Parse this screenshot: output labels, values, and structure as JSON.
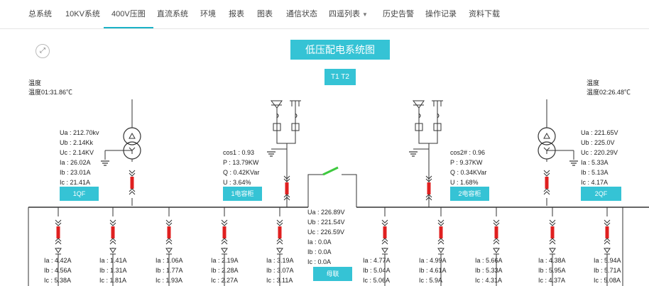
{
  "nav": {
    "tabs": [
      "总系统",
      "10KV系统",
      "400V压图",
      "直流系统",
      "环境",
      "报表",
      "图表",
      "通信状态",
      "四遥列表",
      "历史告警",
      "操作记录",
      "资料下载"
    ],
    "active": "400V压图"
  },
  "title": "低压配电系统图",
  "t_button": "T1 T2",
  "temp_left": {
    "label": "温度",
    "value": "温度01:31.86℃"
  },
  "temp_right": {
    "label": "温度",
    "value": "温度02:26.48℃"
  },
  "transformer_left": {
    "Ua": "Ua : 212.70kv",
    "Ub": "Ub : 2.14Kk",
    "Uc": "Uc : 2.14KV",
    "Ia": "Ia : 26.02A",
    "Ib": "Ib : 23.01A",
    "Ic": "Ic : 21.41A",
    "button": "1QF"
  },
  "transformer_right": {
    "Ua": "Ua : 221.65V",
    "Ub": "Ub : 225.0V",
    "Uc": "Uc : 220.29V",
    "Ia": "Ia : 5.33A",
    "Ib": "Ib : 5.13A",
    "Ic": "Ic : 4.17A",
    "button": "2QF"
  },
  "cap_left": {
    "cos": "cos1 : 0.93",
    "P": "P : 13.79KW",
    "Q": "Q : 0.42KVar",
    "U": "U : 3.64%",
    "button": "1电容柜"
  },
  "cap_right": {
    "cos": "cos2# : 0.96",
    "P": "P : 9.37KW",
    "Q": "Q : 0.34KVar",
    "U": "U : 1.68%",
    "button": "2电容柜"
  },
  "bus_tie": {
    "Ua": "Ua : 226.89V",
    "Ub": "Ub : 221.54V",
    "Uc": "Uc : 226.59V",
    "Ia": "Ia : 0.0A",
    "Ib": "Ib : 0.0A",
    "Ic": "Ic : 0.0A",
    "button": "母联"
  },
  "feeders": [
    {
      "Ia": "Ia : 4.42A",
      "Ib": "Ib : 4.56A",
      "Ic": "Ic : 5.38A"
    },
    {
      "Ia": "Ia : 1.41A",
      "Ib": "Ib : 1.31A",
      "Ic": "Ic : 1.81A"
    },
    {
      "Ia": "Ia : 1.06A",
      "Ib": "Ib : 1.77A",
      "Ic": "Ic : 1.93A"
    },
    {
      "Ia": "Ia : 2.19A",
      "Ib": "Ib : 2.28A",
      "Ic": "Ic : 2.27A"
    },
    {
      "Ia": "Ia : 3.19A",
      "Ib": "Ib : 3.07A",
      "Ic": "Ic : 3.11A"
    },
    {
      "Ia": "Ia : 4.77A",
      "Ib": "Ib : 5.04A",
      "Ic": "Ic : 5.06A"
    },
    {
      "Ia": "Ia : 4.99A",
      "Ib": "Ib : 4.61A",
      "Ic": "Ic : 5.9A"
    },
    {
      "Ia": "Ia : 5.66A",
      "Ib": "Ib : 5.33A",
      "Ic": "Ic : 4.31A"
    },
    {
      "Ia": "Ia : 4.38A",
      "Ib": "Ib : 5.95A",
      "Ic": "Ic : 4.37A"
    },
    {
      "Ia": "Ia : 5.94A",
      "Ib": "Ib : 5.71A",
      "Ic": "Ic : 5.08A"
    }
  ],
  "colors": {
    "accent": "#35c3d5",
    "fuse": "#e02020",
    "switch_closed": "#3ec93e"
  }
}
